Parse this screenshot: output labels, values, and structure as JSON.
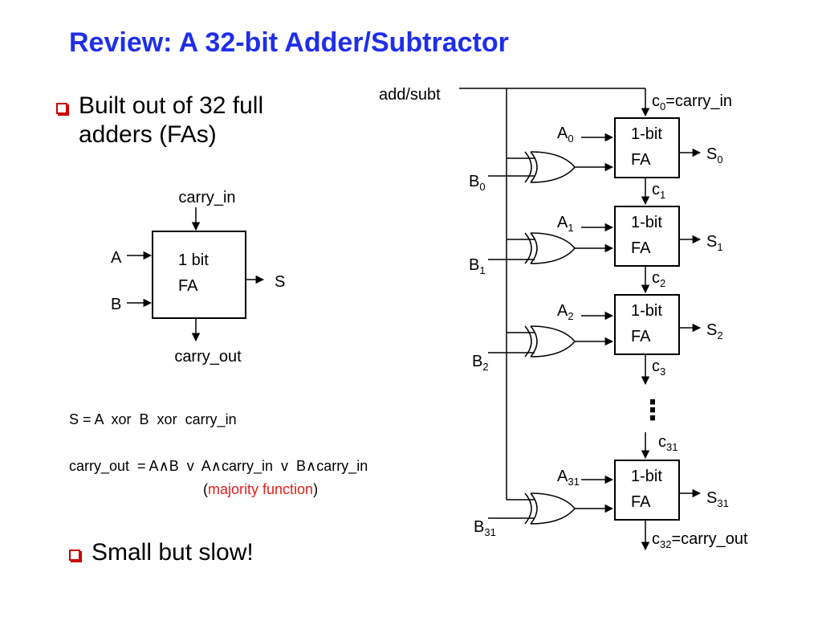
{
  "title": "Review:  A 32-bit Adder/Subtractor",
  "bullets": [
    "Built out of 32 full\nadders (FAs)",
    "Small but slow!"
  ],
  "small_fa": {
    "carry_in": "carry_in",
    "a": "A",
    "b": "B",
    "box_line1": "1 bit",
    "box_line2": "FA",
    "s": "S",
    "carry_out": "carry_out"
  },
  "equations": {
    "sum": "S = A  xor  B  xor  carry_in",
    "carry_prefix": "carry_out  = A",
    "carry_and_1": "∧",
    "carry_mid_1": "B  v  A",
    "carry_and_2": "∧",
    "carry_mid_2": "carry_in  v  B",
    "carry_and_3": "∧",
    "carry_end": "carry_in",
    "majority_open": "(",
    "majority_label": "majority function",
    "majority_close": ")"
  },
  "adder": {
    "control": "add/subt",
    "carry_in_label": "=carry_in",
    "carry_out_label": "=carry_out",
    "box_line1": "1-bit",
    "box_line2": "FA",
    "c0_base": "c",
    "c0_sub": "0",
    "c32_base": "c",
    "c32_sub": "32",
    "stages": [
      {
        "a": "A",
        "a_sub": "0",
        "b": "B",
        "b_sub": "0",
        "s": "S",
        "s_sub": "0",
        "c": "c",
        "c_sub": "1"
      },
      {
        "a": "A",
        "a_sub": "1",
        "b": "B",
        "b_sub": "1",
        "s": "S",
        "s_sub": "1",
        "c": "c",
        "c_sub": "2"
      },
      {
        "a": "A",
        "a_sub": "2",
        "b": "B",
        "b_sub": "2",
        "s": "S",
        "s_sub": "2",
        "c": "c",
        "c_sub": "3"
      },
      {
        "a": "A",
        "a_sub": "31",
        "b": "B",
        "b_sub": "31",
        "s": "S",
        "s_sub": "31",
        "c": "c",
        "c_sub": "31"
      }
    ],
    "ellipsis": "⋮"
  }
}
